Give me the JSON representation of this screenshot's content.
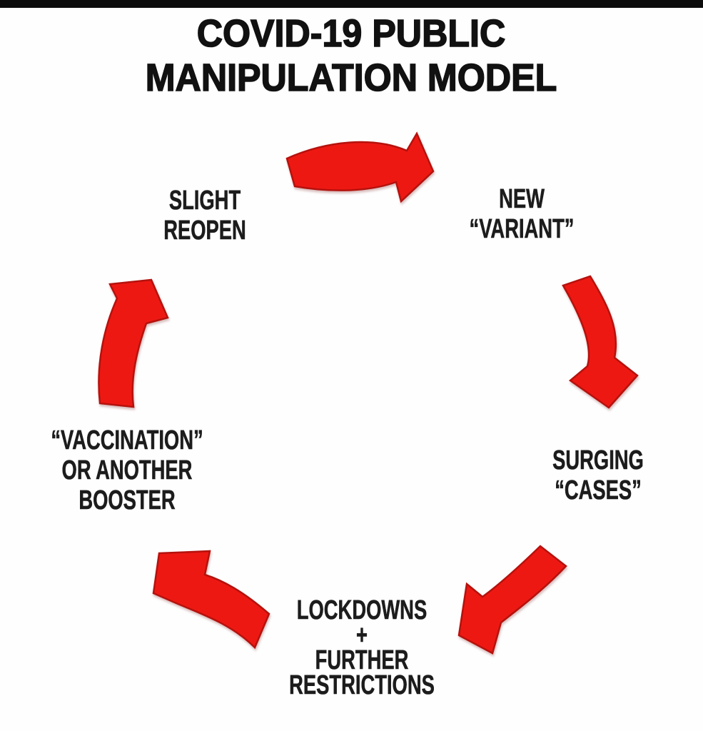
{
  "title": {
    "line1": "COVID-19 PUBLIC",
    "line2": "MANIPULATION MODEL"
  },
  "cycle": {
    "nodes": [
      {
        "id": "slight-reopen",
        "lines": [
          "SLIGHT",
          "REOPEN"
        ]
      },
      {
        "id": "new-variant",
        "lines": [
          "NEW",
          "“VARIANT”"
        ]
      },
      {
        "id": "surging-cases",
        "lines": [
          "SURGING",
          "“CASES”"
        ]
      },
      {
        "id": "lockdowns",
        "lines": [
          "LOCKDOWNS",
          "+",
          "FURTHER",
          "RESTRICTIONS"
        ]
      },
      {
        "id": "vaccination",
        "lines": [
          "“VACCINATION”",
          "OR ANOTHER",
          "BOOSTER"
        ]
      }
    ],
    "arrows": [
      {
        "from": "slight-reopen",
        "to": "new-variant"
      },
      {
        "from": "new-variant",
        "to": "surging-cases"
      },
      {
        "from": "surging-cases",
        "to": "lockdowns"
      },
      {
        "from": "lockdowns",
        "to": "vaccination"
      },
      {
        "from": "vaccination",
        "to": "slight-reopen"
      }
    ]
  },
  "colors": {
    "arrow_fill": "#ee1813",
    "arrow_outline": "#b5120d",
    "top_bar": "#0c0c0c",
    "text": "#1c1c1c",
    "background": "#fefefe"
  }
}
